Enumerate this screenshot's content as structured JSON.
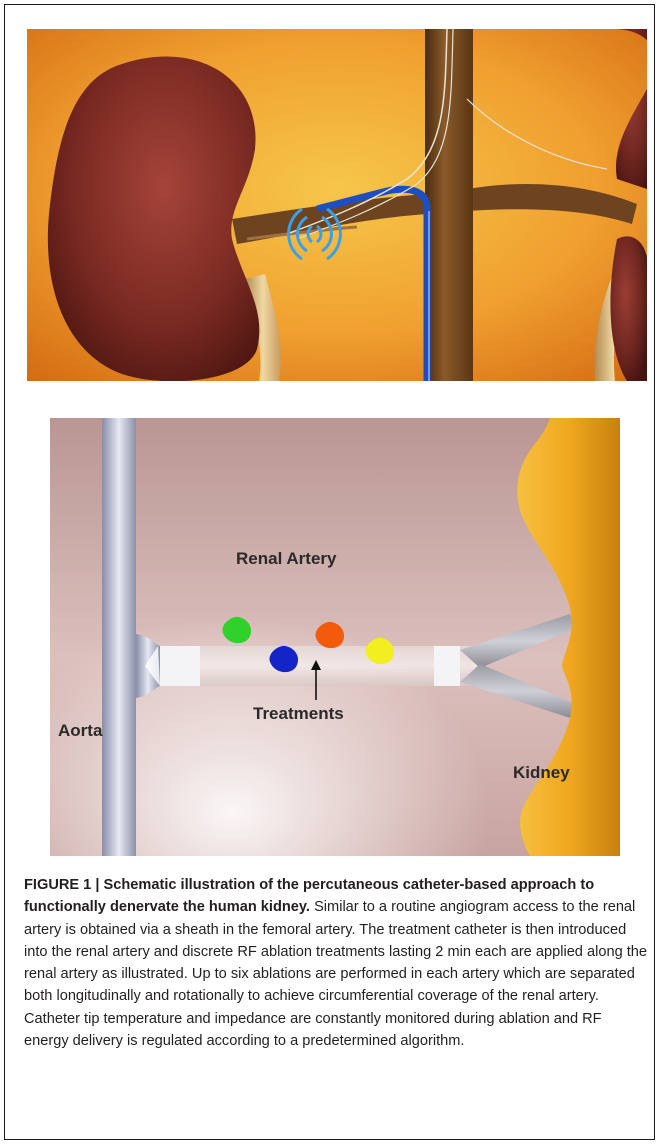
{
  "figure": {
    "caption_title": "FIGURE 1 | Schematic illustration of the percutaneous catheter-based approach to functionally denervate the human kidney.",
    "caption_body": "Similar to a routine angiogram access to the renal artery is obtained via a sheath in the femoral artery. The treatment catheter is then introduced into the renal artery and discrete RF ablation treatments lasting 2 min each are applied along the renal artery as illustrated. Up to six ablations are performed in each artery which are separated both longitudinally and rotationally to achieve circumferential coverage of the renal artery. Catheter tip temperature and impedance are constantly monitored during ablation and RF energy delivery is regulated according to a predetermined algorithm."
  },
  "diagram": {
    "label_renal_artery": "Renal Artery",
    "label_treatments": "Treatments",
    "label_aorta": "Aorta",
    "label_kidney": "Kidney",
    "colors": {
      "treatment_green": "#2fd12a",
      "treatment_blue": "#1425c8",
      "treatment_orange": "#f25a0c",
      "treatment_yellow": "#f2ee20",
      "kidney": "#f0a820",
      "aorta": "#a9b0c8"
    }
  },
  "illustration": {
    "colors": {
      "background": "#f0a030",
      "kidney": "#7a2a22",
      "aorta": "#7a4c1e",
      "catheter": "#1f4fbf",
      "signal": "#3aa0e8"
    }
  }
}
